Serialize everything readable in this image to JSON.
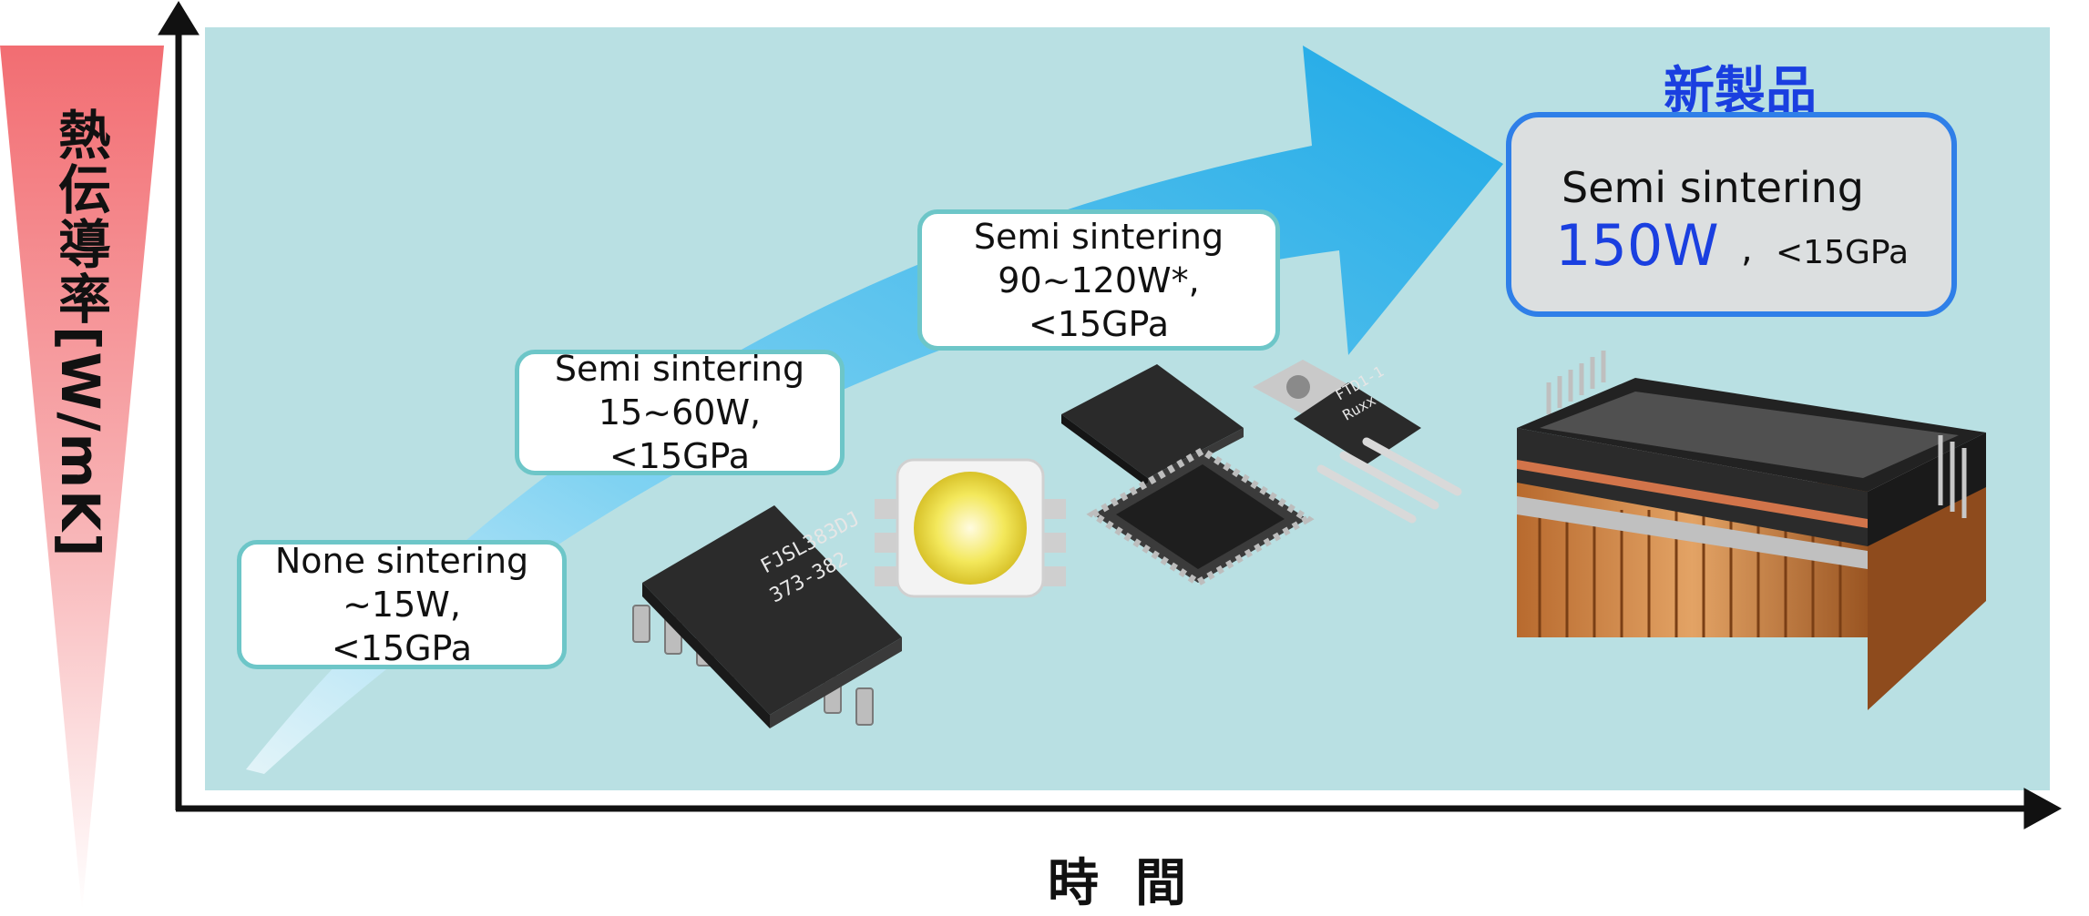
{
  "axes": {
    "y_label": "熱伝導率[W/mK]",
    "x_label": "時間"
  },
  "stages": [
    {
      "lines": [
        "None sintering",
        "~15W,",
        "<15GPa"
      ]
    },
    {
      "lines": [
        "Semi sintering",
        "15~60W,",
        "<15GPa"
      ]
    },
    {
      "lines": [
        "Semi sintering",
        "90~120W*,",
        "<15GPa"
      ]
    }
  ],
  "new_product": {
    "title": "新製品",
    "line1": "Semi sintering",
    "power": "150W",
    "separator": ",",
    "pressure": "<15GPa"
  },
  "chips": {
    "soic_line1": "FJSL383DJ",
    "soic_line2": "373-382",
    "to220_line1": "FTD1-1",
    "to220_line2": "Ruxx"
  },
  "colors": {
    "panel": "#b9e0e3",
    "arrow": "#1ea9e6",
    "box_border": "#6dc6c8",
    "new_accent": "#1a3fe0",
    "new_border": "#2f7fe8",
    "gradient_top": "#f26d72"
  }
}
